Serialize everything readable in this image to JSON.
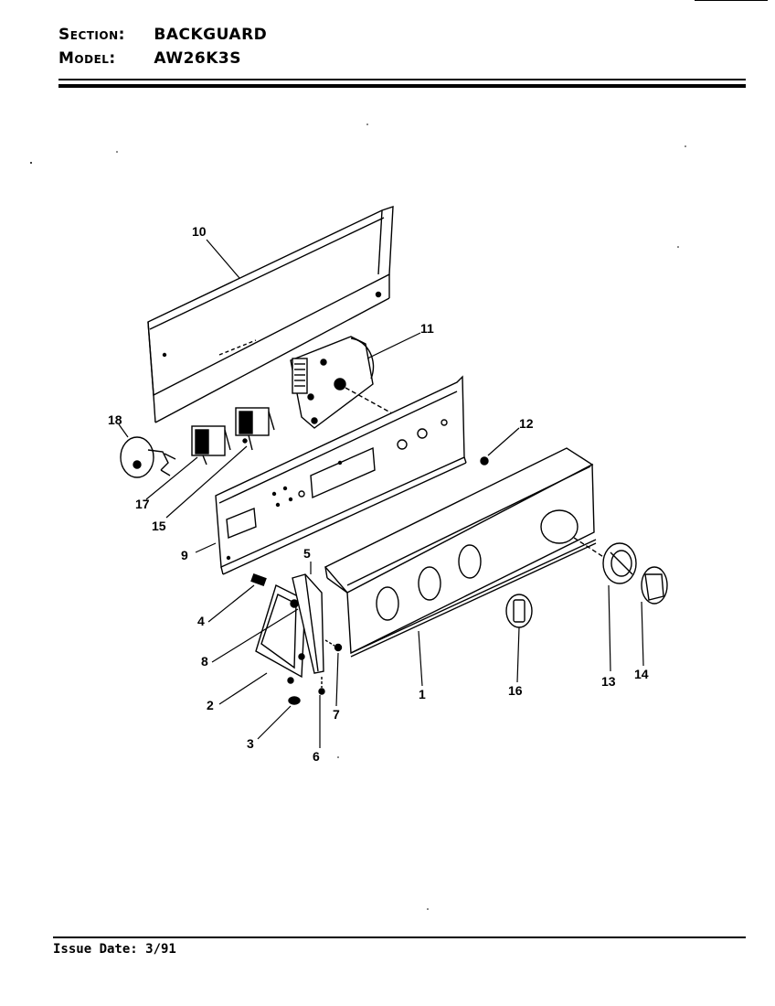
{
  "header": {
    "section_label": "Section:",
    "section_value": "BACKGUARD",
    "model_label": "Model:",
    "model_value": "AW26K3S"
  },
  "footer": {
    "issue_date": "Issue Date: 3/91"
  },
  "callouts": {
    "c1": "1",
    "c2": "2",
    "c3": "3",
    "c4": "4",
    "c5": "5",
    "c6": "6",
    "c7": "7",
    "c8": "8",
    "c9": "9",
    "c10": "10",
    "c11": "11",
    "c12": "12",
    "c13": "13",
    "c14": "14",
    "c15": "15",
    "c16": "16",
    "c17": "17",
    "c18": "18"
  }
}
